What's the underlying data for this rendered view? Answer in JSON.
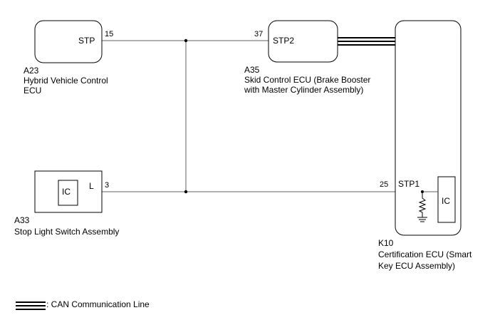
{
  "components": {
    "a23": {
      "code": "A23",
      "name_line1": "Hybrid Vehicle Control",
      "name_line2": "ECU",
      "terminal": "STP",
      "pin": "15"
    },
    "a35": {
      "code": "A35",
      "name_line1": "Skid Control ECU (Brake Booster",
      "name_line2": "with Master Cylinder Assembly)",
      "terminal": "STP2",
      "pin": "37"
    },
    "a33": {
      "code": "A33",
      "name_line1": "Stop Light Switch Assembly",
      "inner": "IC",
      "terminal": "L",
      "pin": "3"
    },
    "k10": {
      "code": "K10",
      "name_line1": "Certification ECU (Smart",
      "name_line2": "Key ECU Assembly)",
      "inner": "IC",
      "terminal": "STP1",
      "pin": "25"
    }
  },
  "legend": {
    "label": ": CAN Communication Line"
  },
  "colors": {
    "line": "#000000",
    "wire": "#606060",
    "background": "#ffffff"
  }
}
